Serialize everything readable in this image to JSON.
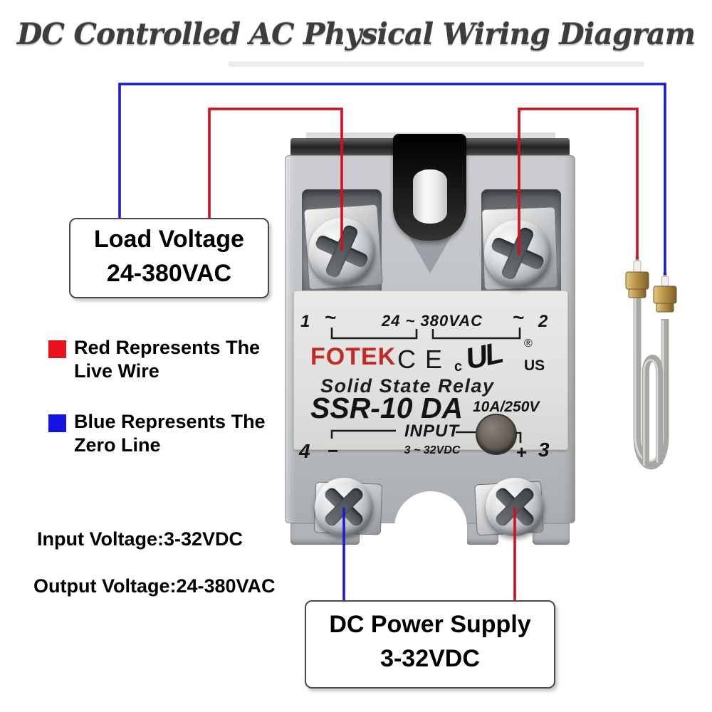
{
  "title": "DC Controlled AC Physical Wiring Diagram",
  "callouts": {
    "load_voltage": {
      "line1": "Load Voltage",
      "line2": "24-380VAC"
    },
    "dc_power_supply": {
      "line1": "DC Power Supply",
      "line2": "3-32VDC"
    }
  },
  "legend": [
    {
      "swatch": "#e8111c",
      "line1": "Red Represents The",
      "line2": "Live Wire"
    },
    {
      "swatch": "#1414e0",
      "line1": "Blue Represents The",
      "line2": "Zero Line"
    }
  ],
  "specs": {
    "input_voltage": "Input Voltage:3-32VDC",
    "output_voltage": "Output Voltage:24-380VAC"
  },
  "relay_label": {
    "terminal_1": "1",
    "terminal_2": "2",
    "terminal_3": "3",
    "terminal_4": "4",
    "tilde_left": "~",
    "tilde_right": "~",
    "output_range": "24 ~ 380VAC",
    "brand": "FOTEK",
    "ce": "CE",
    "ul_c": "c",
    "ul": "UL",
    "ul_reg": "®",
    "ul_us": "US",
    "product": "Solid State Relay",
    "model": "SSR-10 DA",
    "rating": "10A/250V",
    "input_word": "INPUT",
    "minus": "−",
    "plus": "+",
    "input_range": "3 ~ 32VDC"
  },
  "colors": {
    "live_wire": "#cf1020",
    "zero_line": "#1a1ad0",
    "brand_red": "#c32a26"
  }
}
